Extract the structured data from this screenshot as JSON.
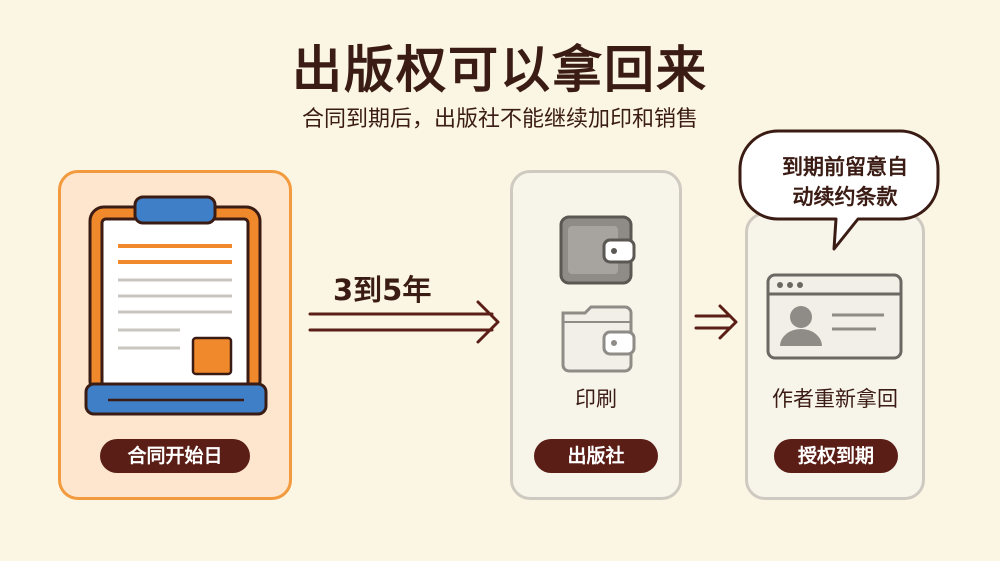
{
  "header": {
    "title": "出版权可以拿回来",
    "subtitle": "合同到期后，出版社不能继续加印和销售"
  },
  "steps": {
    "contract": {
      "badge": "合同开始日",
      "icon": "clipboard-contract-icon"
    },
    "duration": {
      "label": "3到5年"
    },
    "publisher": {
      "caption": "印刷",
      "badge": "出版社",
      "icons": [
        "wallet-icon",
        "folder-wallet-icon"
      ]
    },
    "author": {
      "caption": "作者重新拿回",
      "badge": "授权到期",
      "icon": "author-profile-card-icon"
    }
  },
  "callout": {
    "line1": "到期前留意自",
    "line2": "动续约条款"
  },
  "colors": {
    "background": "#fbf6e3",
    "accent_orange": "#f29a3d",
    "accent_blue": "#3e7fc7",
    "badge_brown": "#5a1e16",
    "text_dark": "#3b1c14"
  }
}
